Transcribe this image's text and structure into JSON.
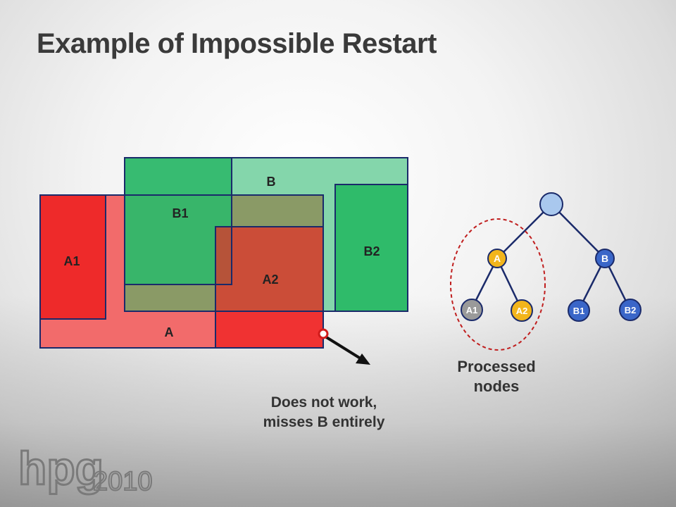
{
  "title": "Example of Impossible Restart",
  "diagram": {
    "box_labels": {
      "A": "A",
      "A1": "A1",
      "A2": "A2",
      "B": "B",
      "B1": "B1",
      "B2": "B2"
    },
    "caption_line1": "Does not work,",
    "caption_line2": "misses B entirely"
  },
  "tree": {
    "nodes": {
      "A": "A",
      "B": "B",
      "A1": "A1",
      "A2": "A2",
      "B1": "B1",
      "B2": "B2"
    },
    "caption_line1": "Processed",
    "caption_line2": "nodes"
  },
  "logo": {
    "text": "hpg",
    "year": "2010"
  },
  "colors": {
    "red_region": "#f26b6b",
    "red_box": "#ee2d2d",
    "green_region": "#7dd4a6",
    "green_box": "#2fbb6a",
    "overlap_dark": "#7a8a5a",
    "outline": "#1a2a6a",
    "node_blue": "#3a66c8",
    "node_yellow": "#f2b51c",
    "node_gray": "#9a9a9a",
    "root_node": "#a9c8ee",
    "ellipse": "#c01e1e"
  }
}
